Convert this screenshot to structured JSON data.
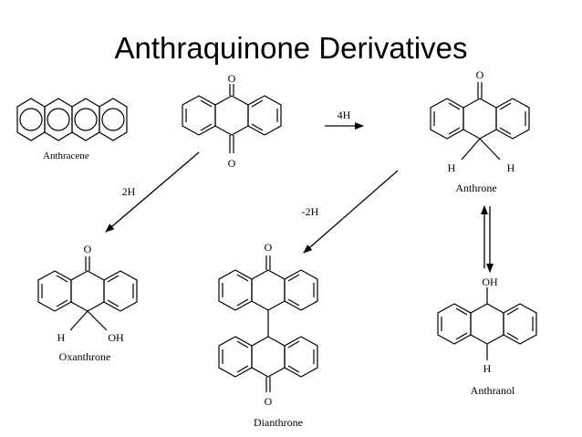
{
  "title": "Anthraquinone Derivatives",
  "compounds": {
    "anthracene": "Anthracene",
    "anthrone": "Anthrone",
    "oxanthrone": "Oxanthrone",
    "dianthrone": "Dianthrone",
    "anthranol": "Anthranol"
  },
  "arrows": {
    "to_anthrone": "4H",
    "to_oxanthrone": "2H",
    "to_dianthrone": "-2H"
  },
  "atoms": {
    "oxygen": "O",
    "hydrogen": "H",
    "hydroxyl": "OH"
  },
  "colors": {
    "ink": "#000000",
    "background": "#ffffff"
  }
}
